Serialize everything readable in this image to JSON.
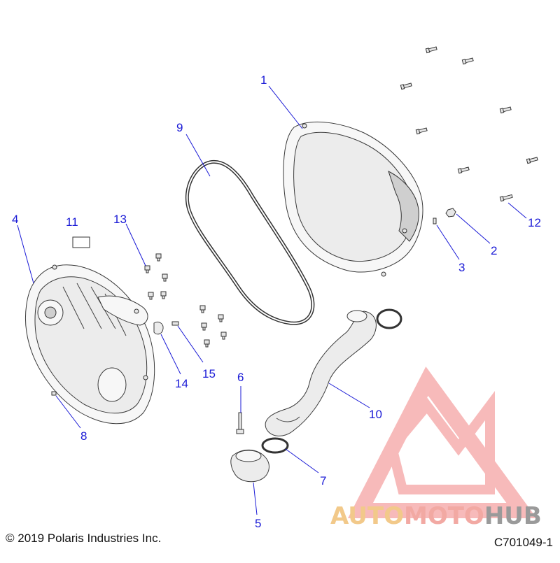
{
  "callouts": {
    "c1": "1",
    "c2": "2",
    "c3": "3",
    "c4": "4",
    "c5": "5",
    "c6": "6",
    "c7": "7",
    "c8": "8",
    "c9": "9",
    "c10": "10",
    "c11": "11",
    "c12": "12",
    "c13": "13",
    "c14": "14",
    "c15": "15"
  },
  "footer": {
    "copyright": "© 2019 Polaris Industries Inc.",
    "drawing_number": "C701049-1"
  },
  "watermark": {
    "part1": "AUTO",
    "part2": "MOTO",
    "part3": "HUB",
    "colors": {
      "auto": "#f2c98a",
      "moto": "#f2a9a3",
      "hub": "#9a9a9a",
      "logo": "#f5a3a3"
    }
  },
  "callout_color": "#1a1ad6"
}
